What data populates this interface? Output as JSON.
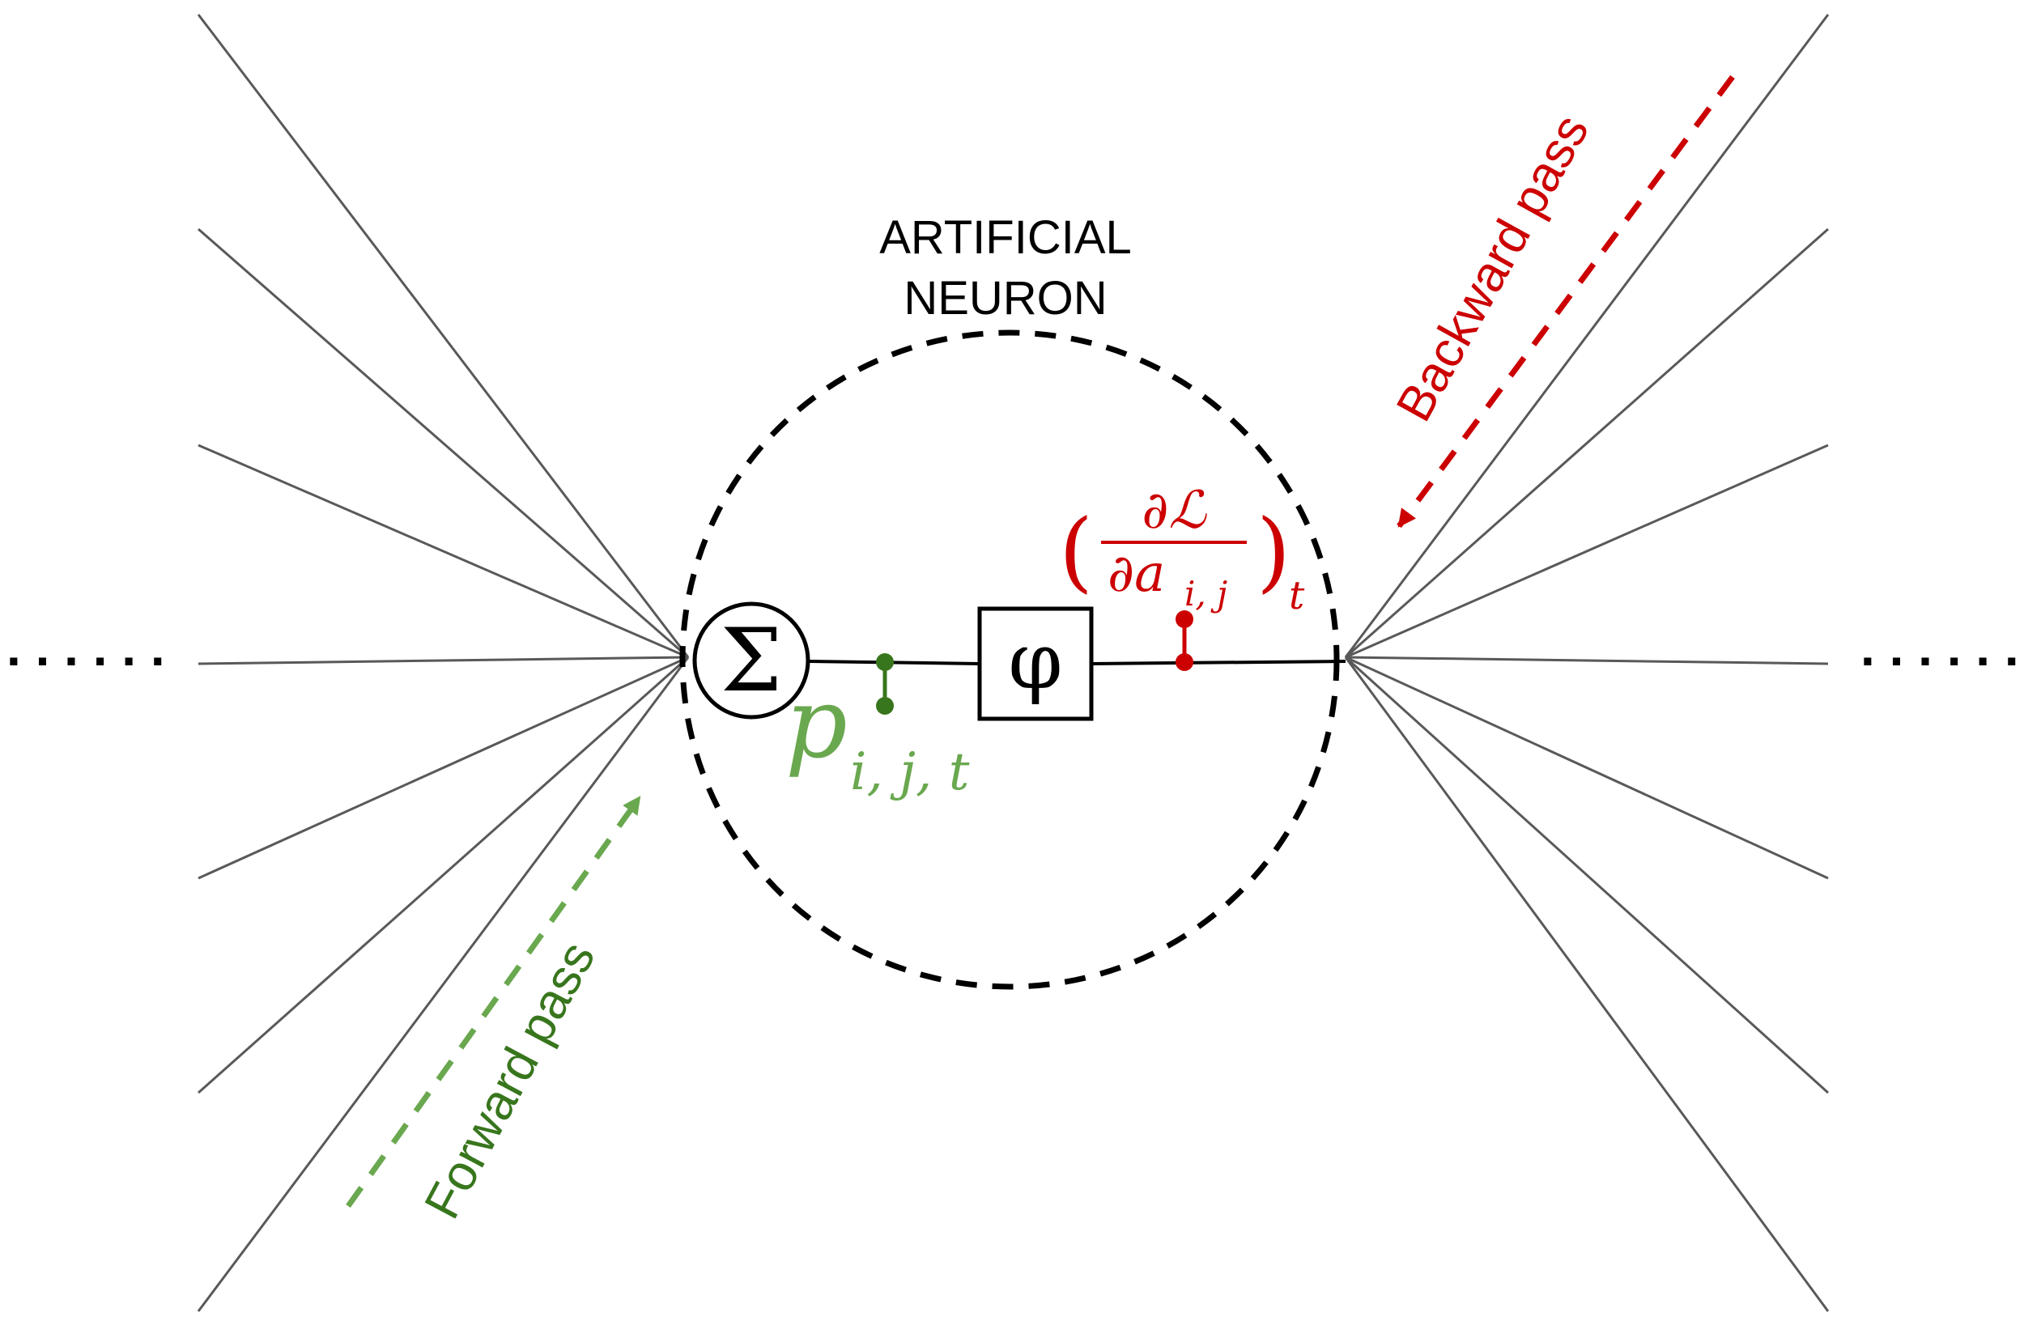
{
  "title": {
    "line1": "ARTIFICIAL",
    "line2": "NEURON"
  },
  "nodes": {
    "sum_symbol": "Σ",
    "activation_symbol": "φ"
  },
  "labels": {
    "forward": "Forward pass",
    "backward": "Backward pass",
    "ellipsis_left": ". . . . . .",
    "ellipsis_right": ". . . . . ."
  },
  "math": {
    "p_base": "p",
    "p_sub": "i, j, t",
    "grad_open": "(",
    "grad_num": "∂ℒ",
    "grad_den": "∂a",
    "grad_den_sub": "i, j",
    "grad_close": ")",
    "grad_sub": "t"
  },
  "colors": {
    "forward_light": "#6aa84f",
    "forward_dark": "#38761d",
    "backward": "#cc0000",
    "connection": "#595959",
    "neuron": "#000000"
  },
  "connections": {
    "inputs_count": 7,
    "outputs_count": 7
  }
}
